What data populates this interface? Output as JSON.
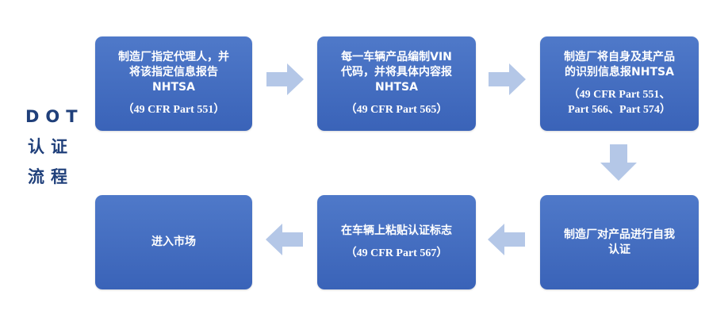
{
  "side_title": [
    "DOT",
    "认证",
    "流程"
  ],
  "steps": [
    {
      "main": "制造厂指定代理人，并\n将该指定信息报告\nNHTSA",
      "ref": "（49 CFR Part 551）"
    },
    {
      "main": "每一车辆产品编制VIN\n代码，并将具体内容报\nNHTSA",
      "ref": "（49 CFR Part 565）"
    },
    {
      "main": "制造厂将自身及其产品\n的识别信息报NHTSA",
      "ref": "（49 CFR Part 551、\nPart 566、Part 574）"
    },
    {
      "main": "制造厂对产品进行自我\n认证",
      "ref": ""
    },
    {
      "main": "在车辆上粘贴认证标志",
      "ref": "（49 CFR Part 567）"
    },
    {
      "main": "进入市场",
      "ref": ""
    }
  ],
  "colors": {
    "box": "#4472c4",
    "arrow": "#b4c7e7",
    "title": "#1f3f7a"
  }
}
